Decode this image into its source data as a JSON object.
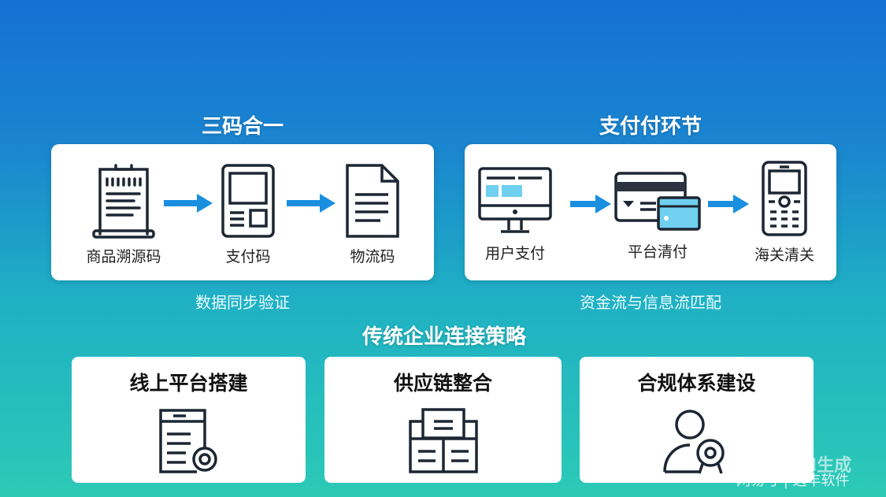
{
  "sections": [
    {
      "title": "三码合一",
      "caption": "数据同步验证",
      "steps": [
        "商品溯源码",
        "支付码",
        "物流码"
      ]
    },
    {
      "title": "支付付环节",
      "caption": "资金流与信息流匹配",
      "steps": [
        "用户支付",
        "平台清付",
        "海关清关"
      ]
    }
  ],
  "strategy": {
    "title": "传统企业连接策略",
    "cards": [
      "线上平台搭建",
      "供应链整合",
      "合规体系建设"
    ]
  },
  "watermark": {
    "ai": "豆包AI生成",
    "source": "网易号 | 远丰软件"
  },
  "colors": {
    "arrow": "#1a8fe0",
    "icon": "#1d2633",
    "accent_light": "#6fd0ef"
  }
}
